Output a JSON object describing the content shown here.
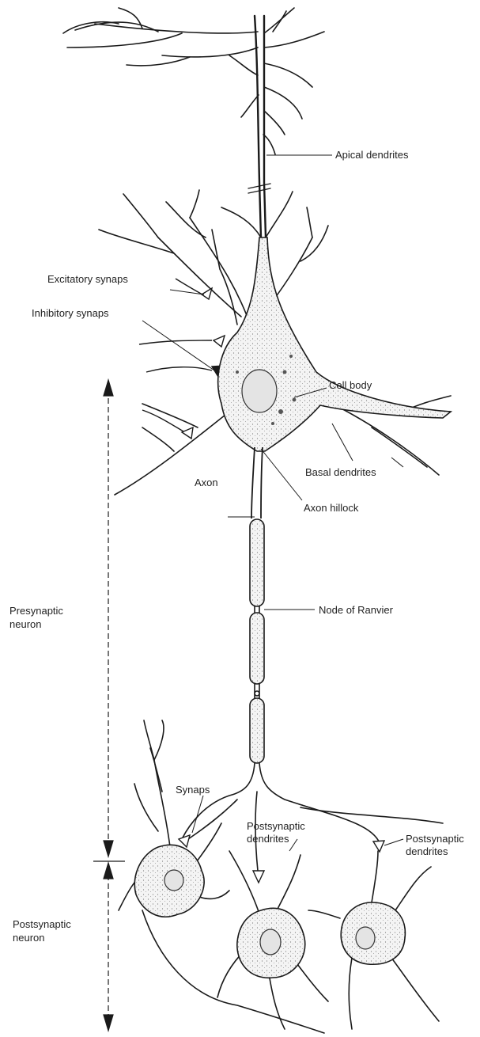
{
  "labels": {
    "apical_dendrites": "Apical dendrites",
    "excitatory_synaps": "Excitatory synaps",
    "inhibitory_synaps": "Inhibitory synaps",
    "cell_body": "Cell body",
    "basal_dendrites": "Basal dendrites",
    "axon": "Axon",
    "axon_hillock": "Axon hillock",
    "presynaptic_line1": "Presynaptic",
    "presynaptic_line2": "neuron",
    "node_of_ranvier": "Node of Ranvier",
    "synaps": "Synaps",
    "postsynaptic_dendrites_a_line1": "Postsynaptic",
    "postsynaptic_dendrites_a_line2": "dendrites",
    "postsynaptic_dendrites_b_line1": "Postsynaptic",
    "postsynaptic_dendrites_b_line2": "dendrites",
    "postsynaptic_neuron_line1": "Postsynaptic",
    "postsynaptic_neuron_line2": "neuron"
  },
  "colors": {
    "stroke": "#1a1a1a",
    "cell_fill": "#f2f2f2"
  }
}
